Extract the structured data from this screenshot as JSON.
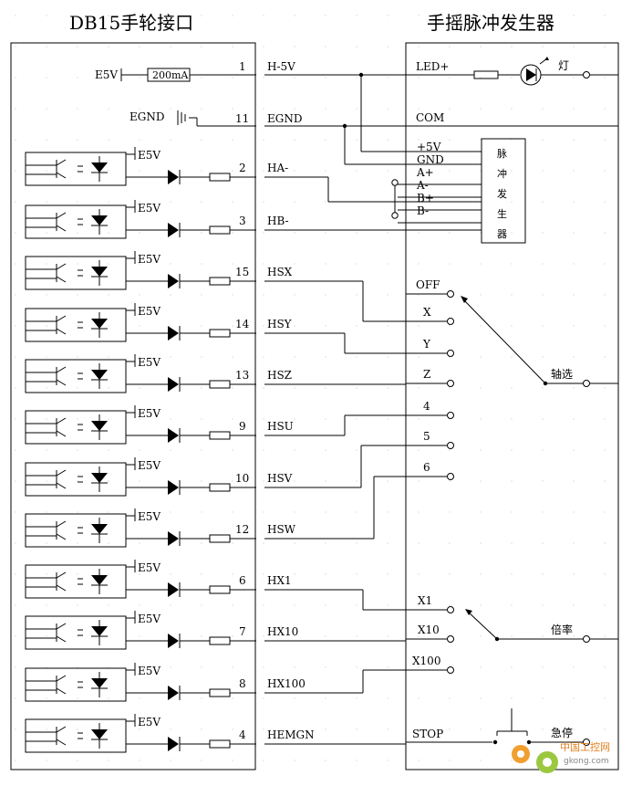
{
  "titles": {
    "left": "DB15手轮接口",
    "right": "手摇脉冲发生器"
  },
  "power": {
    "e5v": "E5V",
    "fuse": "200mA",
    "egnd": "EGND",
    "pin_h5v": "1",
    "sig_h5v": "H-5V",
    "pin_egnd": "11",
    "sig_egnd": "EGND"
  },
  "led": {
    "label": "LED+",
    "lamp": "灯"
  },
  "com": "COM",
  "pulse_gen": {
    "pins": [
      "+5V",
      "GND",
      "A+",
      "A-",
      "B+",
      "B-"
    ],
    "name_chars": [
      "脉",
      "冲",
      "发",
      "生",
      "器"
    ]
  },
  "optocoupler_supply": "E5V",
  "rows": [
    {
      "pin": "2",
      "signal": "HA-"
    },
    {
      "pin": "3",
      "signal": "HB-"
    },
    {
      "pin": "15",
      "signal": "HSX"
    },
    {
      "pin": "14",
      "signal": "HSY"
    },
    {
      "pin": "13",
      "signal": "HSZ"
    },
    {
      "pin": "9",
      "signal": "HSU"
    },
    {
      "pin": "10",
      "signal": "HSV"
    },
    {
      "pin": "12",
      "signal": "HSW"
    },
    {
      "pin": "6",
      "signal": "HX1"
    },
    {
      "pin": "7",
      "signal": "HX10"
    },
    {
      "pin": "8",
      "signal": "HX100"
    },
    {
      "pin": "4",
      "signal": "HEMGN"
    }
  ],
  "axis_switch": {
    "positions": [
      "OFF",
      "X",
      "Y",
      "Z",
      "4",
      "5",
      "6"
    ],
    "label": "轴选"
  },
  "rate_switch": {
    "positions": [
      "X1",
      "X10",
      "X100"
    ],
    "label": "倍率"
  },
  "estop": {
    "contact": "STOP",
    "label": "急停"
  },
  "watermark": {
    "cn": "中国工控网",
    "url": "gkong.com"
  }
}
